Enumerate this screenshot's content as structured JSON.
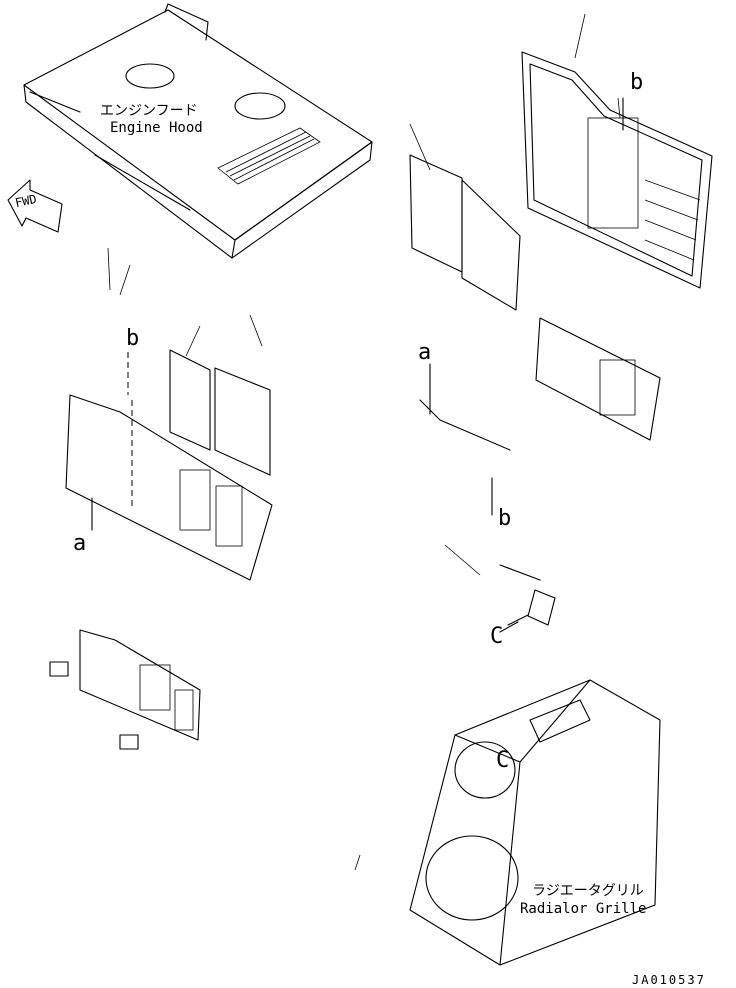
{
  "labels": {
    "engine_hood_jp": "エンジンフード",
    "engine_hood_en": "Engine Hood",
    "radiator_grille_jp": "ラジエータグリル",
    "radiator_grille_en": "Radialor Grille",
    "fwd": "FWD",
    "ref_a_left": "a",
    "ref_b_left": "b",
    "ref_a_right": "a",
    "ref_b_right_top": "b",
    "ref_b_right_bottom": "b",
    "ref_c_detail": "C",
    "ref_c_frame": "C",
    "drawing_code": "JA010537"
  }
}
